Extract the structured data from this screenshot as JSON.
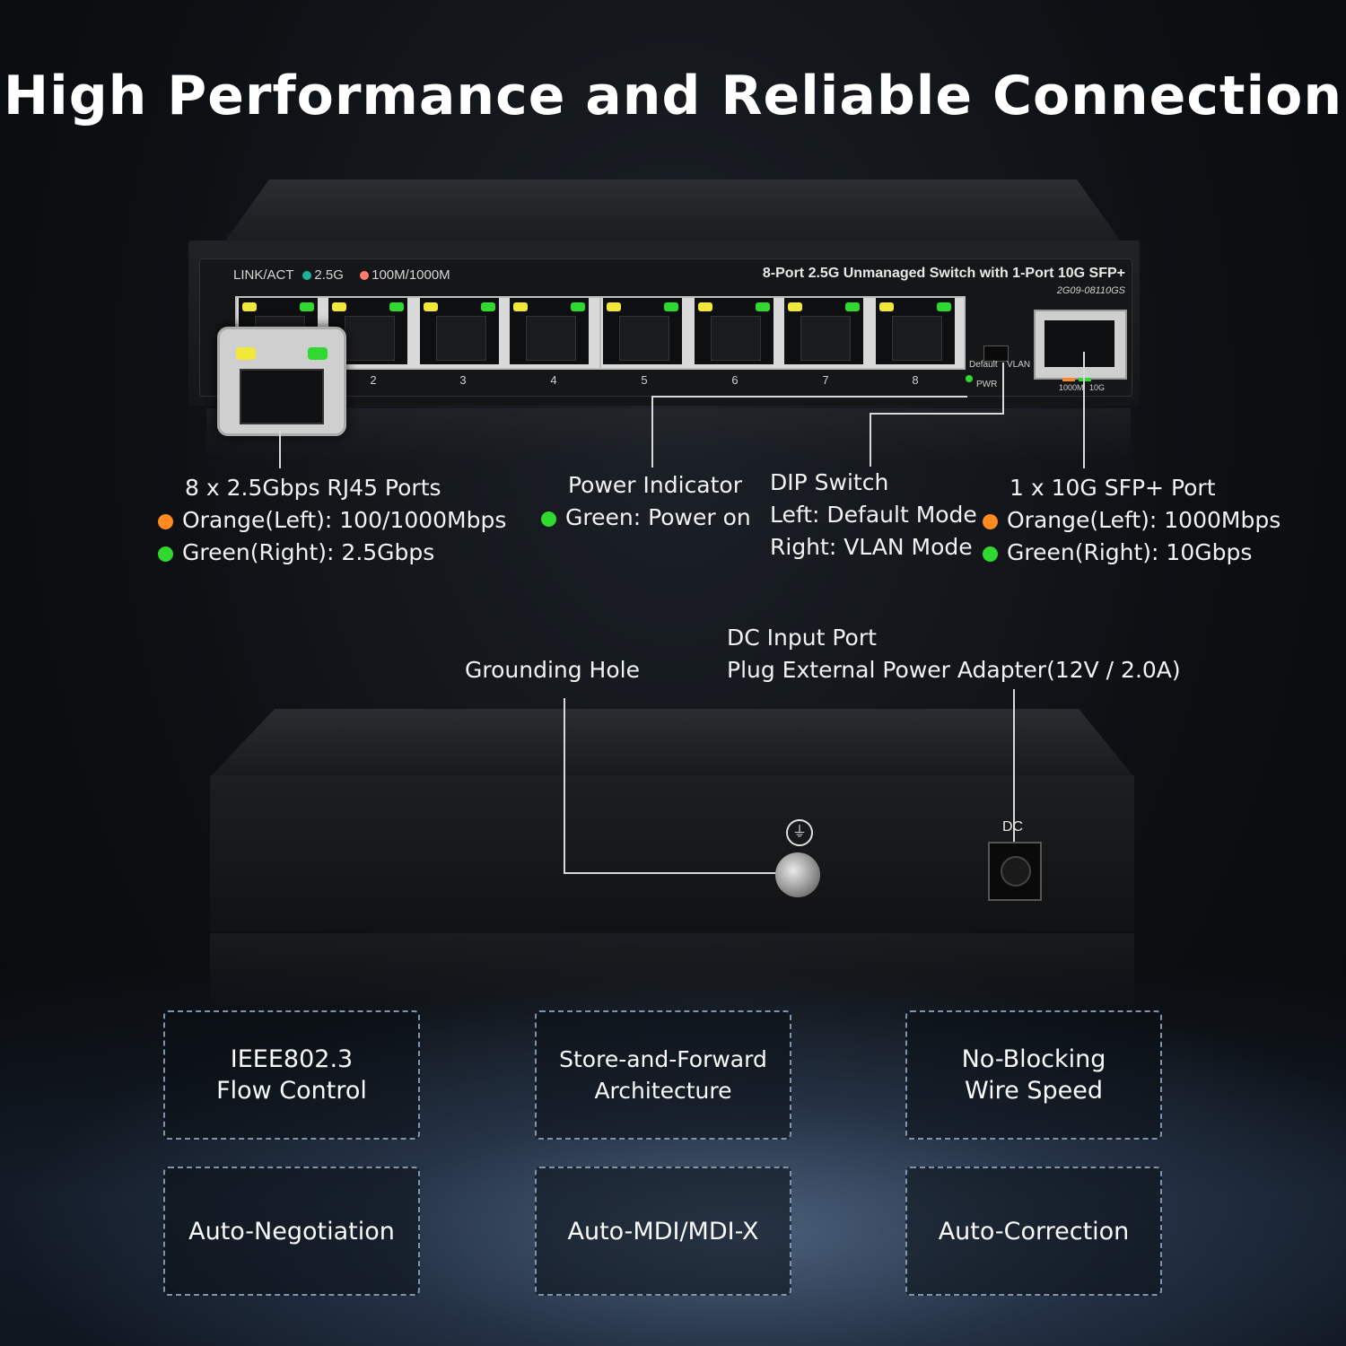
{
  "title": "High Performance and Reliable Connection",
  "front_panel": {
    "legend_link_act": "LINK/ACT",
    "legend_25g": "2.5G",
    "legend_100m": "100M/1000M",
    "model_name": "8-Port 2.5G Unmanaged Switch with 1-Port 10G SFP+",
    "model_code": "2G09-08110GS",
    "port_numbers": [
      "2",
      "3",
      "4",
      "5",
      "6",
      "7",
      "8"
    ],
    "dip_default": "Default",
    "dip_vlan": "VLAN",
    "pwr": "PWR",
    "sfp_1000m": "1000M",
    "sfp_10g": "10G"
  },
  "callouts": {
    "rj45": {
      "title": "8 x 2.5Gbps RJ45 Ports",
      "line1": "Orange(Left): 100/1000Mbps",
      "line2": "Green(Right): 2.5Gbps"
    },
    "power": {
      "title": "Power Indicator",
      "line1": "Green: Power on"
    },
    "dip": {
      "title": "DIP Switch",
      "line1": "Left: Default Mode",
      "line2": "Right: VLAN Mode"
    },
    "sfp": {
      "title": "1 x 10G SFP+ Port",
      "line1": "Orange(Left): 1000Mbps",
      "line2": "Green(Right): 10Gbps"
    },
    "grounding": {
      "title": "Grounding Hole"
    },
    "dc": {
      "title": "DC Input Port",
      "line1": "Plug External Power Adapter(12V / 2.0A)"
    }
  },
  "rear_panel": {
    "dc_label": "DC"
  },
  "features": [
    "IEEE802.3\nFlow Control",
    "Store-and-Forward\nArchitecture",
    "No-Blocking\nWire Speed",
    "Auto-Negotiation",
    "Auto-MDI/MDI-X",
    "Auto-Correction"
  ],
  "colors": {
    "orange_led": "#ff8a1f",
    "green_led": "#2fd92f",
    "yellow_led": "#f1e83a",
    "teal_dot": "#1bb39a",
    "salmon_dot": "#ff7a6a",
    "box_border": "#7f93ad"
  }
}
